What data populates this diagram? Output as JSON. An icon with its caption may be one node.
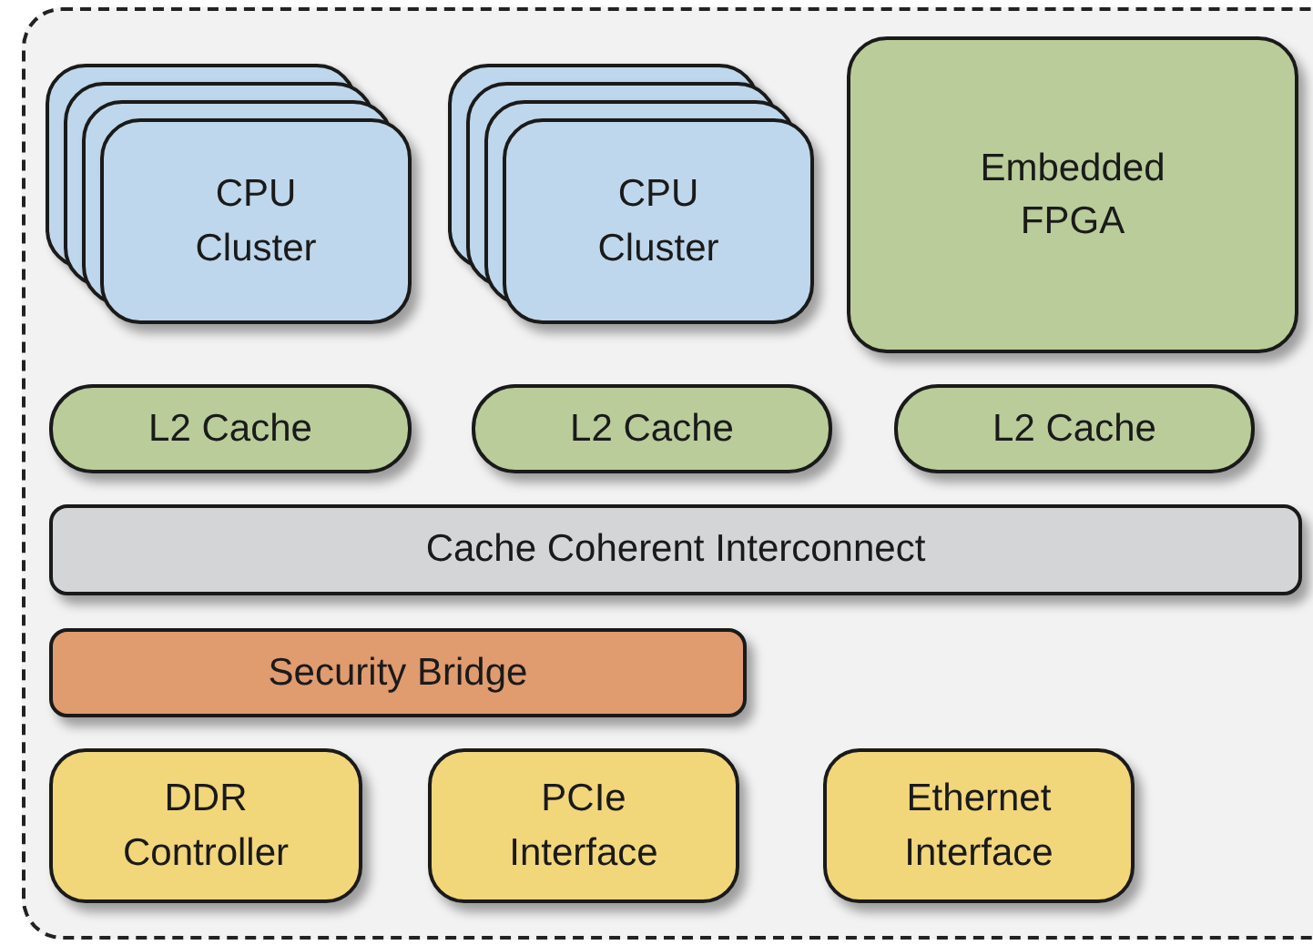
{
  "diagram": {
    "nodes": [
      {
        "text": [],
        "shape": "box"
      },
      {
        "text": [
          "CPU Cluster"
        ],
        "in": 0
      },
      {
        "text": [
          "CPU Cluster"
        ],
        "in": 0
      },
      {
        "text": [
          "Embedded FPGA"
        ],
        "in": 0
      },
      {
        "text": [
          "L2 Cache"
        ],
        "in": 0
      },
      {
        "text": [
          "L2 Cache"
        ],
        "in": 0
      },
      {
        "text": [
          "L2 Cache"
        ],
        "in": 0
      },
      {
        "text": [
          "Cache Coherent Interconnect"
        ],
        "in": 0
      },
      {
        "text": [
          "Security Bridge"
        ],
        "in": 0
      },
      {
        "text": [
          "DDR Controller"
        ],
        "in": 0
      },
      {
        "text": [
          "PCIe Interface"
        ],
        "in": 0
      },
      {
        "text": [
          "Ethernet Interface"
        ],
        "in": 0
      }
    ]
  }
}
